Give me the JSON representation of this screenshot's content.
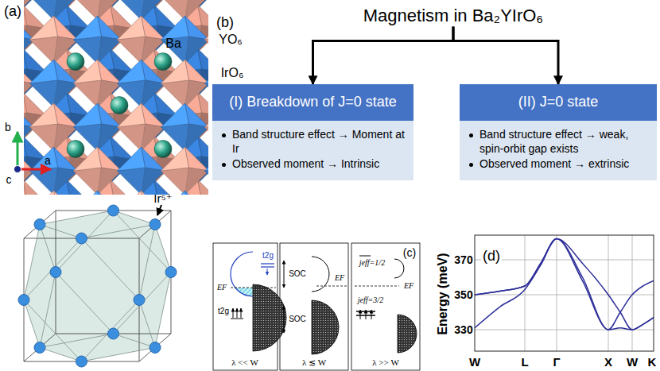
{
  "diagram": {
    "nodes": [
      {
        "text": [
          "Magnetism in Ba₂YIrO₆"
        ]
      },
      {
        "text": [
          "(I) Breakdown of J=0 state",
          "Band structure effect → Moment at Ir",
          "Observed moment → Intrinsic"
        ]
      },
      {
        "text": [
          "(II) J=0 state",
          "Band structure effect → weak, spin-orbit gap exists",
          "Observed moment → extrinsic"
        ]
      }
    ],
    "edges": [
      {
        "from": 0,
        "to": 1,
        "arrow": "to"
      },
      {
        "from": 0,
        "to": 2,
        "arrow": "to"
      }
    ],
    "labels": [
      "(a)",
      "Ba",
      "YO₆",
      "IrO₆",
      "b",
      "a",
      "c",
      "Ir⁵⁺",
      "(b)",
      "(c)",
      "t2g",
      "EF",
      "t2g",
      "λ << W",
      "SOC",
      "SOC",
      "EF",
      "λ ≲ W",
      "jeff=1/2",
      "EF",
      "jeff=3/2",
      "λ >> W",
      "(d)",
      "370",
      "350",
      "330",
      "Energy (meV)",
      "W",
      "L",
      "Γ",
      "X",
      "W",
      "K"
    ]
  }
}
